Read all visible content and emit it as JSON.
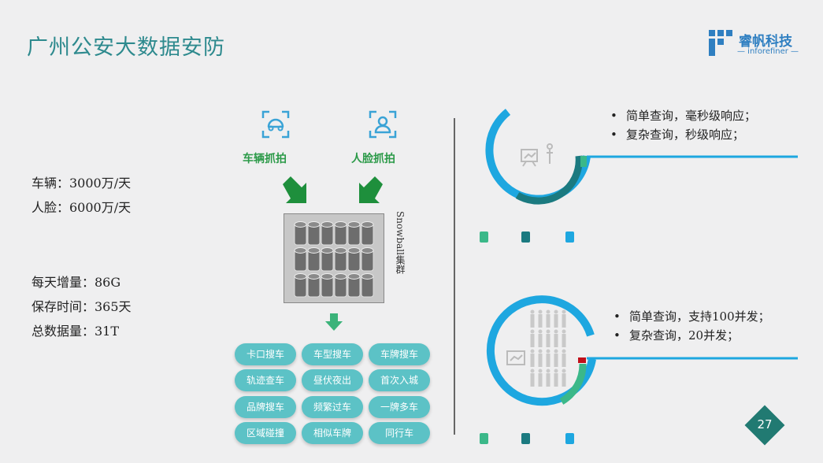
{
  "title": "广州公安大数据安防",
  "logo": {
    "name": "睿帆科技",
    "sub": "— inforefiner —"
  },
  "stats_top": [
    "车辆：3000万/天",
    "人脸：6000万/天"
  ],
  "stats_bottom": [
    "每天增量：86G",
    "保存时间：365天",
    "总数据量：31T"
  ],
  "captures": {
    "vehicle": "车辆抓拍",
    "face": "人脸抓拍"
  },
  "cluster_label": "Snowball集群",
  "functions": [
    "卡口搜车",
    "车型搜车",
    "车牌搜车",
    "轨迹查车",
    "昼伏夜出",
    "首次入城",
    "品牌搜车",
    "频繁过车",
    "一牌多车",
    "区域碰撞",
    "相似车牌",
    "同行车"
  ],
  "query_top": [
    "简单查询，毫秒级响应；",
    "复杂查询，秒级响应；"
  ],
  "query_bottom": [
    "简单查询，支持100并发；",
    "复杂查询，20并发；"
  ],
  "bullet": "•",
  "page_number": "27",
  "colors": {
    "blue": "#1ea7e0",
    "teal": "#1b7a80",
    "green": "#3bb889"
  }
}
